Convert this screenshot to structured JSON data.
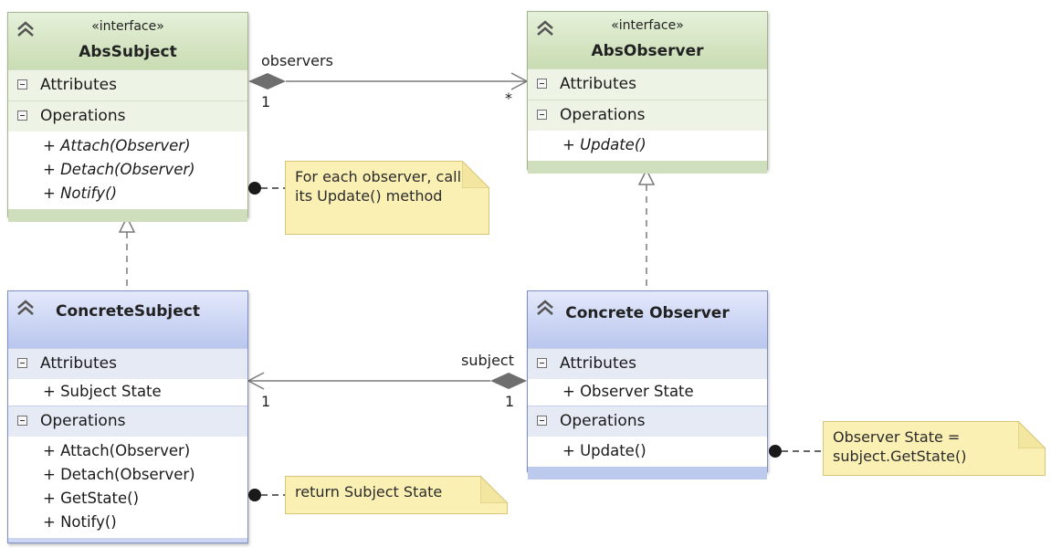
{
  "classes": {
    "abs_subject": {
      "stereotype": "«interface»",
      "name": "AbsSubject",
      "attributes_label": "Attributes",
      "operations_label": "Operations",
      "operations": [
        "+ Attach(Observer)",
        "+ Detach(Observer)",
        "+ Notify()"
      ]
    },
    "abs_observer": {
      "stereotype": "«interface»",
      "name": "AbsObserver",
      "attributes_label": "Attributes",
      "operations_label": "Operations",
      "operations": [
        "+ Update()"
      ]
    },
    "concrete_subject": {
      "name": "ConcreteSubject",
      "attributes_label": "Attributes",
      "attributes": [
        "+ Subject State"
      ],
      "operations_label": "Operations",
      "operations": [
        "+ Attach(Observer)",
        "+ Detach(Observer)",
        "+ GetState()",
        "+ Notify()"
      ]
    },
    "concrete_observer": {
      "name": "Concrete Observer",
      "attributes_label": "Attributes",
      "attributes": [
        "+ Observer State"
      ],
      "operations_label": "Operations",
      "operations": [
        "+ Update()"
      ]
    }
  },
  "notes": {
    "notify_note": [
      "For each observer, call",
      "its Update() method"
    ],
    "getstate_note": [
      "return Subject State"
    ],
    "update_note": [
      "Observer State =",
      "subject.GetState()"
    ]
  },
  "associations": {
    "observers": {
      "role": "observers",
      "source_mult": "1",
      "target_mult": "*"
    },
    "subject": {
      "role": "subject",
      "source_mult": "1",
      "target_mult": "1"
    }
  },
  "colors": {
    "interface_fill": "#e3efd5",
    "class_fill": "#ccd6f2",
    "note_fill": "#fbf0b4",
    "line": "#7a7a7a"
  }
}
